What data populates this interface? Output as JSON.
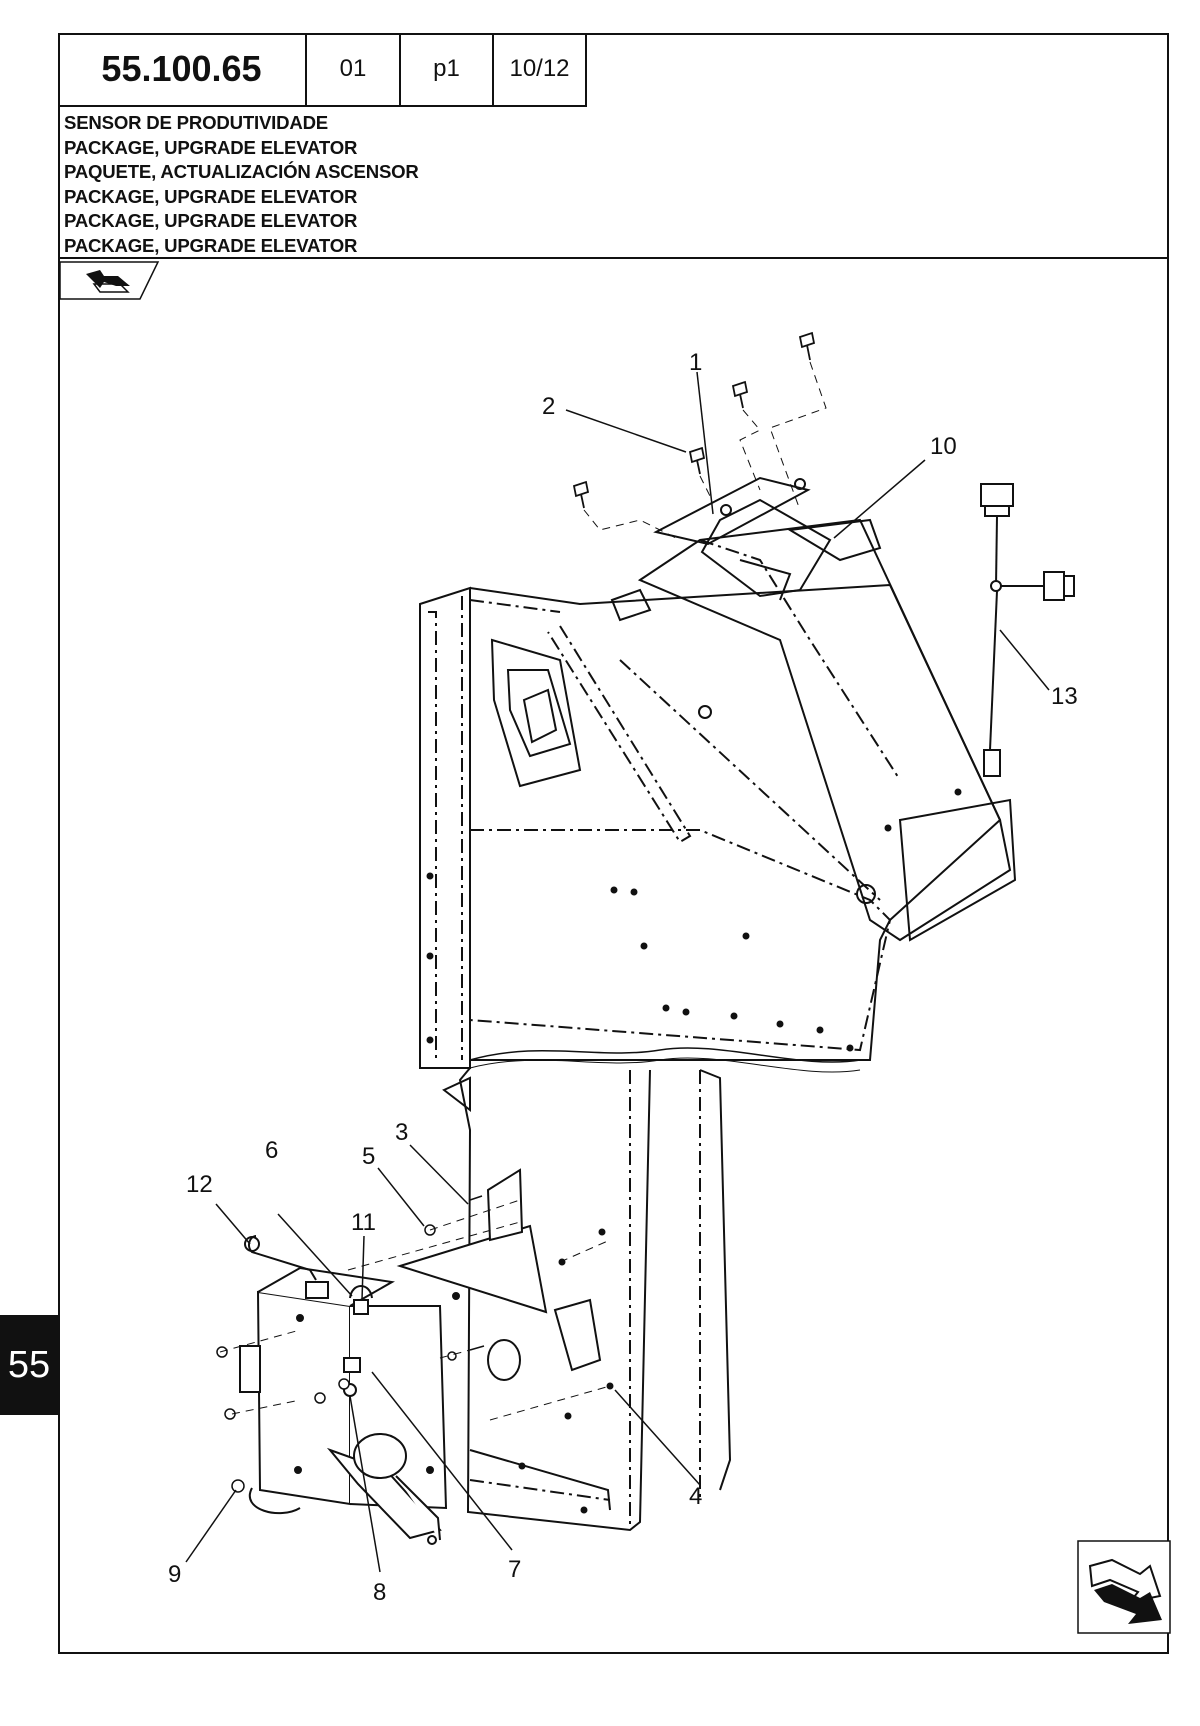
{
  "header": {
    "code": "55.100.65",
    "revision": "01",
    "page": "p1",
    "sheet": "10/12"
  },
  "titles": [
    "SENSOR DE PRODUTIVIDADE",
    "PACKAGE, UPGRADE ELEVATOR",
    "PAQUETE, ACTUALIZACIÓN ASCENSOR",
    "PACKAGE, UPGRADE ELEVATOR",
    "PACKAGE, UPGRADE ELEVATOR",
    "PACKAGE, UPGRADE ELEVATOR"
  ],
  "section_tab": "55",
  "callouts": [
    "1",
    "2",
    "3",
    "4",
    "5",
    "6",
    "7",
    "8",
    "9",
    "10",
    "11",
    "12",
    "13"
  ],
  "icons": {
    "top_nav": "previous-arrow-icon",
    "bottom_nav": "next-arrow-icon"
  }
}
